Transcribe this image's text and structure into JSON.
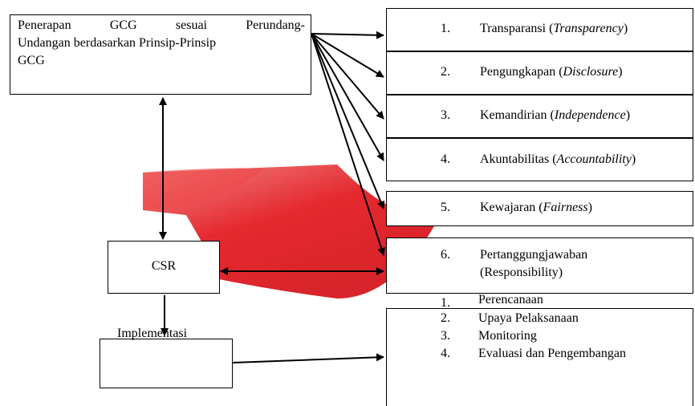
{
  "gcg_box": {
    "line1": "Penerapan GCG sesuai Perundang-",
    "line2": "Undangan berdasarkan Prinsip-Prinsip",
    "line3": "GCG"
  },
  "principles": [
    {
      "number": "1.",
      "name": "Transparansi (",
      "term": "Transparency",
      "close": ")"
    },
    {
      "number": "2.",
      "name": "Pengungkapan (",
      "term": "Disclosure",
      "close": ")"
    },
    {
      "number": "3.",
      "name": "Kemandirian (",
      "term": "Independence",
      "close": ")"
    },
    {
      "number": "4.",
      "name": "Akuntabilitas (",
      "term": "Accountability",
      "close": ")"
    },
    {
      "number": "5.",
      "name": "Kewajaran (",
      "term": "Fairness",
      "close": ")"
    },
    {
      "number": "6.",
      "name": "Pertanggungjawaban",
      "term": "",
      "close": "(Responsibility)"
    }
  ],
  "csr_box": {
    "label": "CSR"
  },
  "implementation": {
    "label": "Implementasi"
  },
  "steps": [
    {
      "number": "1.",
      "label": "Perencanaan"
    },
    {
      "number": "2.",
      "label": "Upaya Pelaksanaan"
    },
    {
      "number": "3.",
      "label": "Monitoring"
    },
    {
      "number": "4.",
      "label": "Evaluasi dan Pengembangan"
    }
  ],
  "colors": {
    "banner_red": "#e31e24",
    "stroke": "#000000"
  }
}
